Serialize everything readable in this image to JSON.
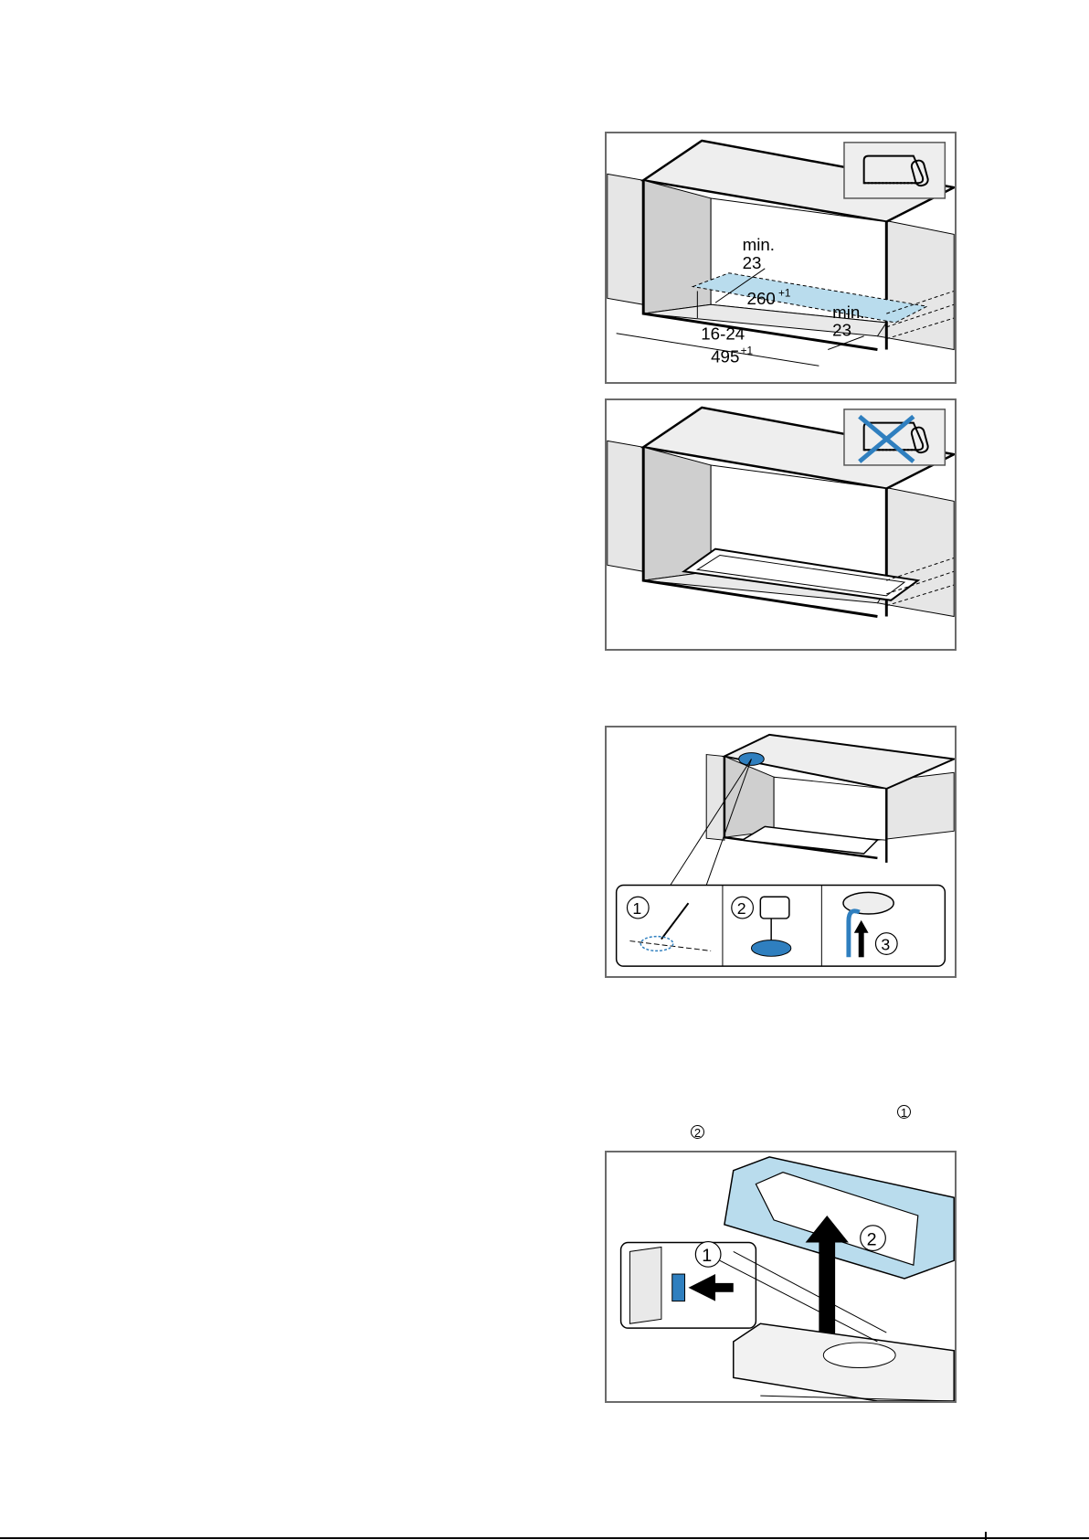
{
  "figure1": {
    "dim_min_left": "min.",
    "dim_23_left": "23",
    "dim_260": "260",
    "dim_260_sup": "+1",
    "dim_min_right": "min.",
    "dim_23_right": "23",
    "dim_16_24": "16-24",
    "dim_495": "495",
    "dim_495_sup": "+1",
    "tool_icon": "hacksaw-icon"
  },
  "figure2": {
    "tool_icon": "crossed-out-hacksaw-icon"
  },
  "figure3": {
    "step1": "1",
    "step2": "2",
    "step3": "3",
    "step1_icon": "pencil-mark-icon",
    "step2_icon": "jigsaw-icon",
    "step3_icon": "cable-pull-through-icon"
  },
  "figure4": {
    "callout1": "1",
    "callout2": "2"
  },
  "text_refs": {
    "ref1": "1",
    "ref2": "2"
  },
  "colors": {
    "accent_blue": "#b9dced",
    "dark_blue": "#2f7fbf",
    "frame_gray": "#6b6b6b",
    "wall_gray": "#e6e6e6"
  }
}
